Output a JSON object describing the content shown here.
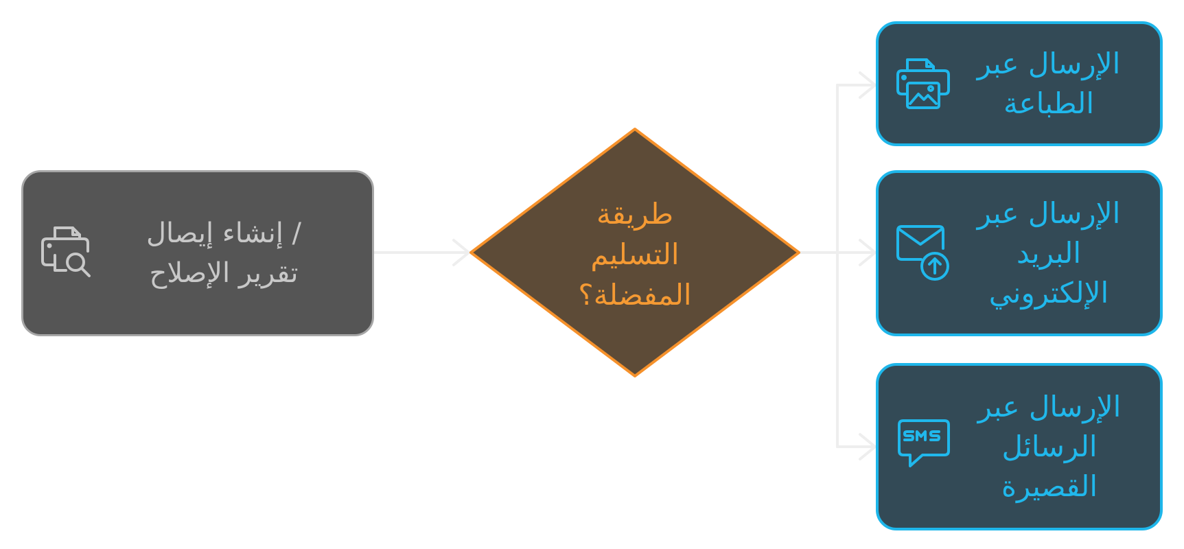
{
  "diagram": {
    "source": {
      "label_line1": "/ إنشاء إيصال",
      "label_line2": "تقرير الإصلاح",
      "icon": "printer-search-icon"
    },
    "decision": {
      "line1": "طريقة",
      "line2": "التسليم",
      "line3": "المفضلة؟"
    },
    "targets": [
      {
        "line1": "الإرسال عبر",
        "line2": "الطباعة",
        "line3": "",
        "icon": "printer-image-icon"
      },
      {
        "line1": "الإرسال عبر",
        "line2": "البريد",
        "line3": "الإلكتروني",
        "icon": "email-upload-icon"
      },
      {
        "line1": "الإرسال عبر",
        "line2": "الرسائل",
        "line3": "القصيرة",
        "icon": "sms-icon"
      }
    ],
    "colors": {
      "source_fill": "#555555",
      "source_border": "#a6a6a6",
      "source_text": "#c8c8c8",
      "decision_fill": "#5d4b37",
      "decision_border": "#f5912b",
      "decision_text": "#f59a33",
      "target_fill": "#334a56",
      "target_border": "#1eb6ea",
      "target_text": "#20b8ec",
      "connector": "#eeeeee"
    }
  }
}
